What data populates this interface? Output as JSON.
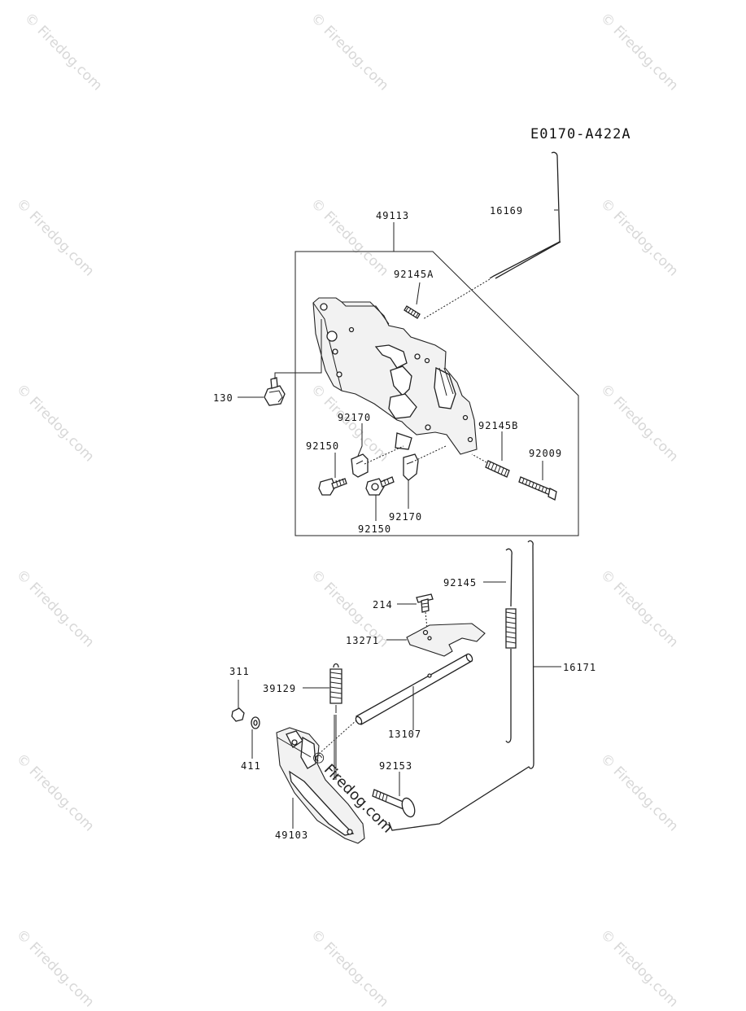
{
  "diagram_code": "E0170-A422A",
  "watermark_text": "© Firedog.com",
  "callouts": {
    "p16169": "16169",
    "p49113": "49113",
    "p92145A": "92145A",
    "p130": "130",
    "p92170_top": "92170",
    "p92145B": "92145B",
    "p92150_left": "92150",
    "p92009": "92009",
    "p92170_bottom": "92170",
    "p92150_bottom": "92150",
    "p92145": "92145",
    "p214": "214",
    "p13271": "13271",
    "p311": "311",
    "p39129": "39129",
    "p16171": "16171",
    "p13107": "13107",
    "p411": "411",
    "p92153": "92153",
    "p49103": "49103"
  },
  "colors": {
    "ink": "#222222",
    "watermark": "#d8d8d8"
  }
}
